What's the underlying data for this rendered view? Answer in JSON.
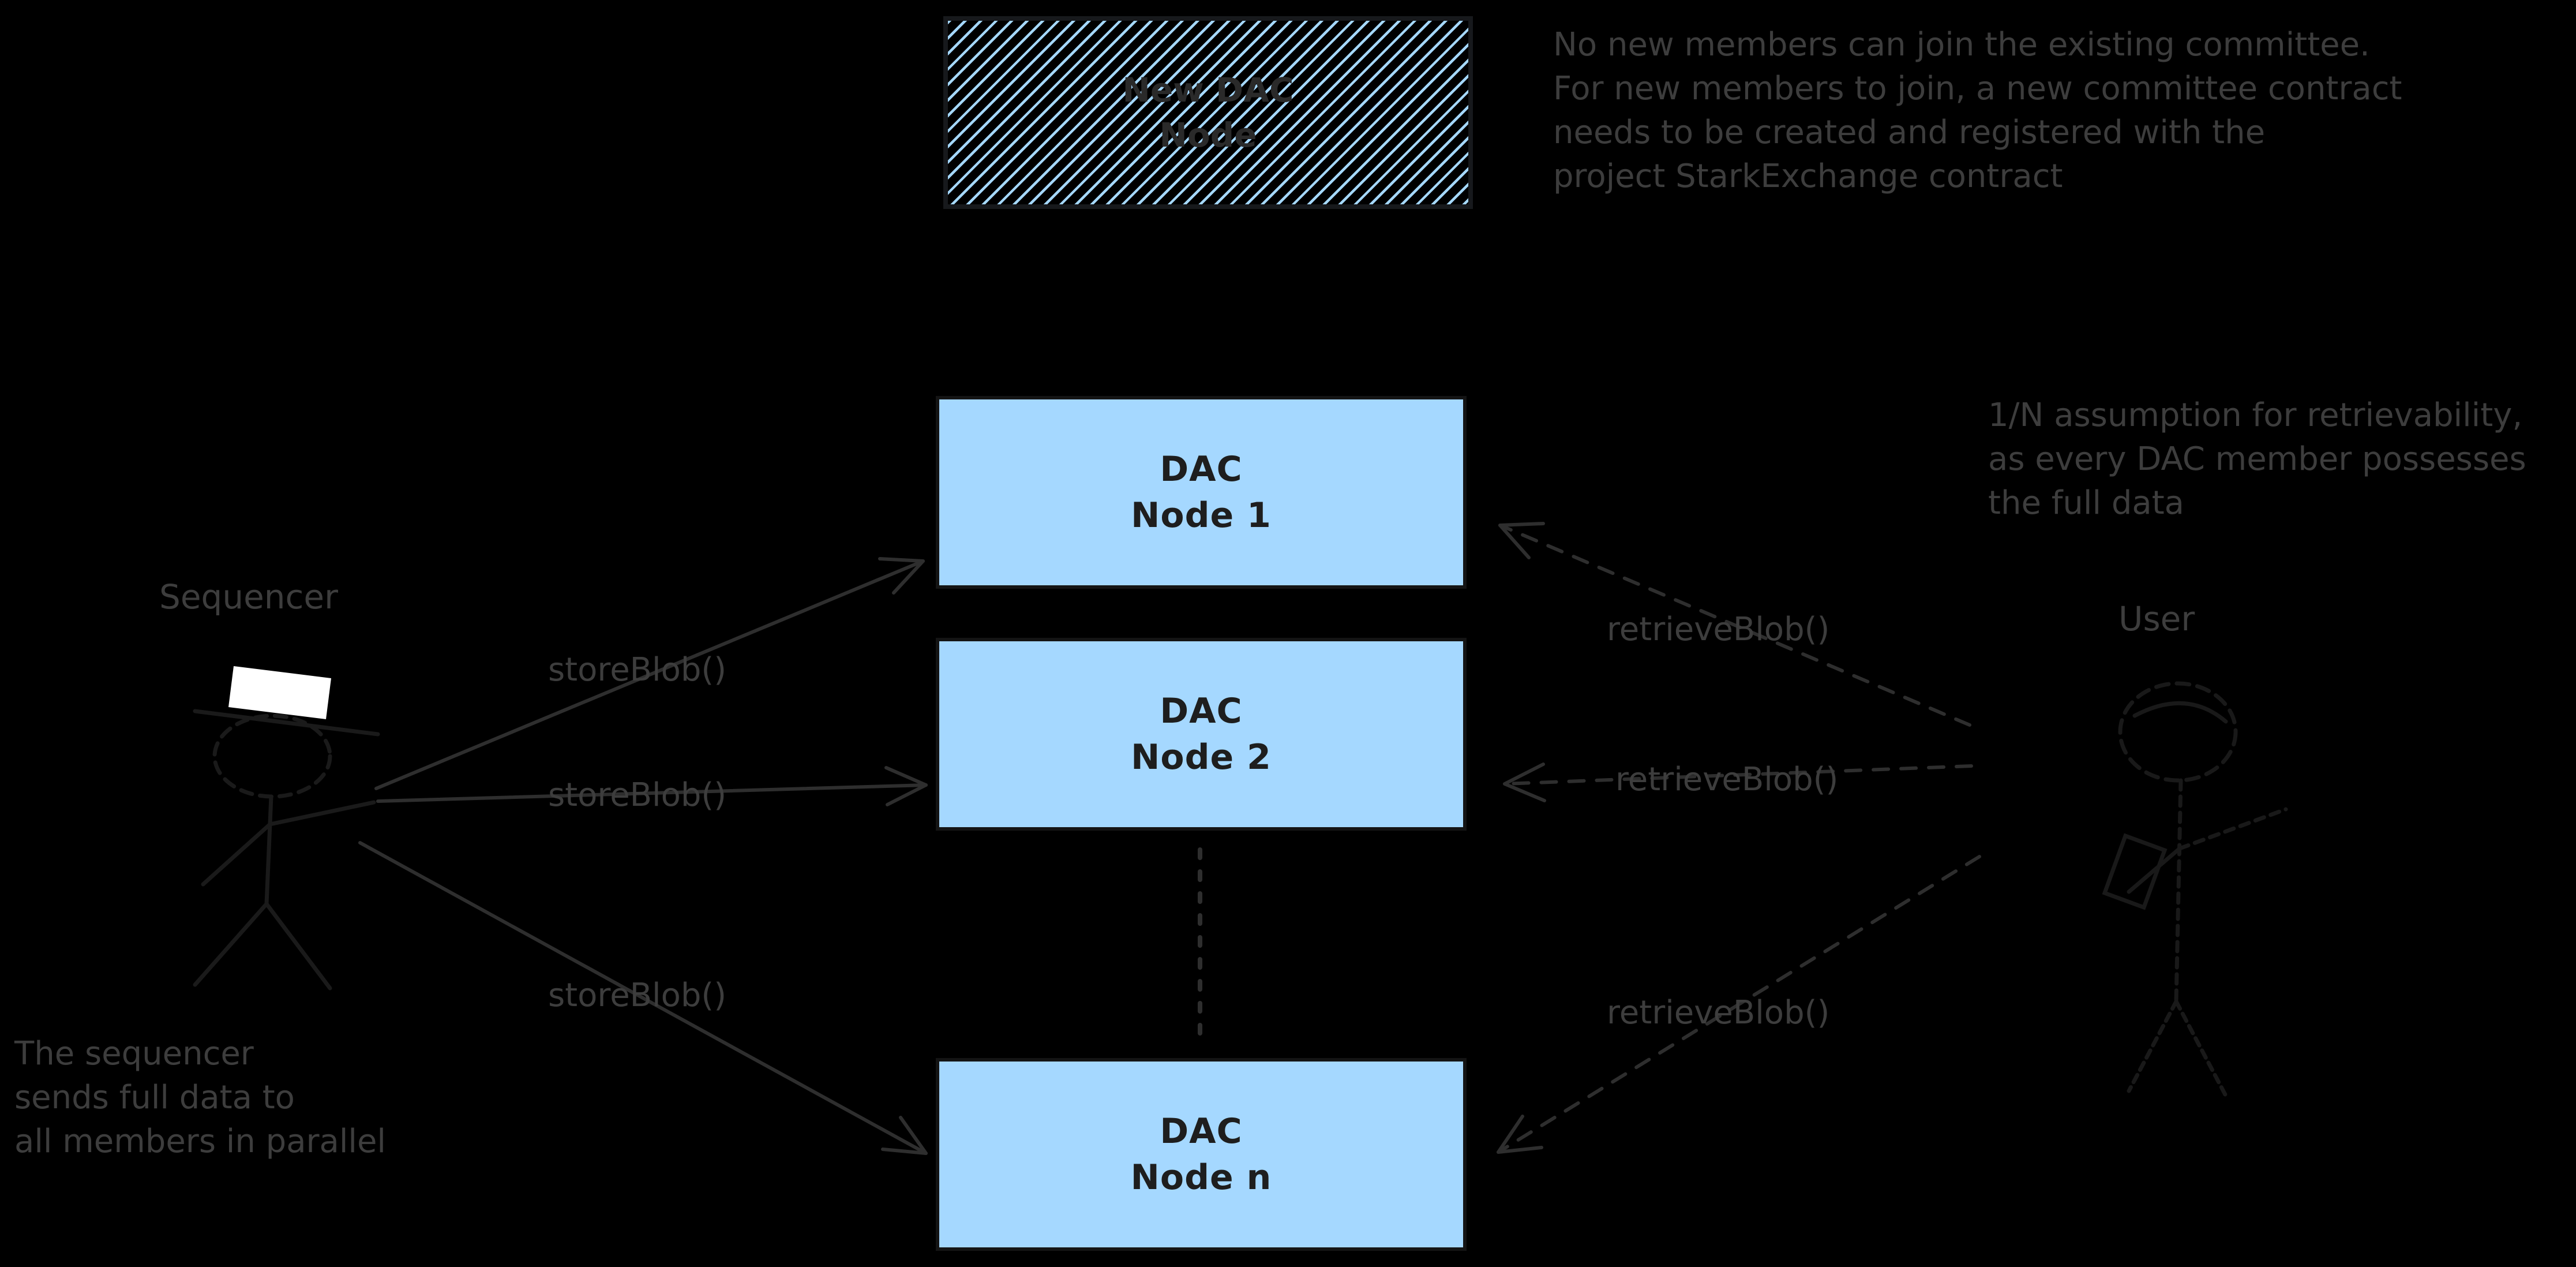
{
  "diagram": {
    "title_box": {
      "line1": "New DAC",
      "line2": "Node"
    },
    "nodes": [
      {
        "line1": "DAC",
        "line2": "Node 1"
      },
      {
        "line1": "DAC",
        "line2": "Node 2"
      },
      {
        "line1": "DAC",
        "line2": "Node n"
      }
    ],
    "actors": {
      "sequencer": "Sequencer",
      "user": "User"
    },
    "edges": {
      "store_label": "storeBlob()",
      "retrieve_label": "retrieveBlob()"
    },
    "notes": {
      "committee": [
        "No new members can join the existing committee.",
        "For new members to join, a new committee contract",
        "needs to be created and registered with the",
        "project StarkExchange contract"
      ],
      "retrievability": [
        "1/N assumption for retrievability,",
        "as every DAC member possesses",
        "the full data"
      ],
      "parallel": [
        "The sequencer",
        "sends full data to",
        "all members in parallel"
      ]
    },
    "colors": {
      "background": "#000000",
      "node_fill": "#a5d8ff",
      "node_border": "#141414",
      "node_text": "#1e1e1e",
      "hatch_stripe": "#a5d8ff",
      "hatch_text": "#2a2a2a",
      "annotation_text": "#3d3d3d",
      "arrow": "#2e2e2e",
      "figure": "#1a1a1a",
      "hat": "#ffffff"
    }
  }
}
